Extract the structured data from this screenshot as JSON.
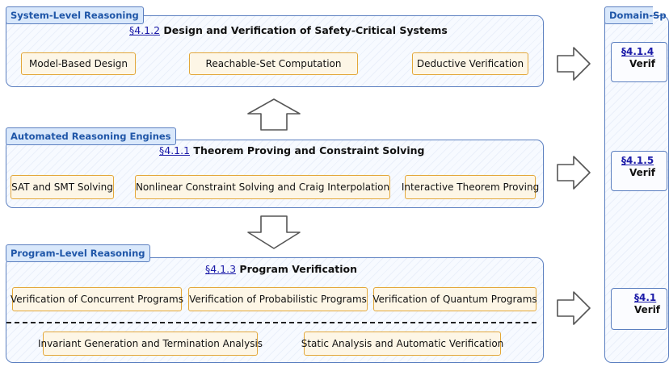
{
  "system": {
    "tag": "System-Level Reasoning",
    "section": "§4.1.2",
    "title": "Design and Verification of Safety-Critical Systems",
    "items": [
      "Model-Based Design",
      "Reachable-Set Computation",
      "Deductive Verification"
    ]
  },
  "engines": {
    "tag": "Automated Reasoning Engines",
    "section": "§4.1.1",
    "title": "Theorem Proving and Constraint Solving",
    "items": [
      "SAT and SMT Solving",
      "Nonlinear Constraint Solving and Craig Interpolation",
      "Interactive Theorem Proving"
    ]
  },
  "program": {
    "tag": "Program-Level Reasoning",
    "section": "§4.1.3",
    "title": "Program Verification",
    "items": [
      "Verification of Concurrent Programs",
      "Verification of Probabilistic Programs",
      "Verification of Quantum Programs"
    ],
    "bottom_items": [
      "Invariant Generation and Termination Analysis",
      "Static Analysis and Automatic Verification"
    ]
  },
  "domain": {
    "tag": "Domain-Sp",
    "boxes": [
      {
        "section": "§4.1.4",
        "title": "Verif"
      },
      {
        "section": "§4.1.5",
        "title": "Verif"
      },
      {
        "section": "§4.1",
        "title": "Verif"
      }
    ]
  },
  "colors": {
    "panel_border": "#5b7fc0",
    "tag_fill": "#d9e8fb",
    "tag_text": "#1f56a8",
    "box_border": "#e3a73a",
    "box_fill": "#fdf6e6",
    "section_link": "#1a1aa8"
  }
}
